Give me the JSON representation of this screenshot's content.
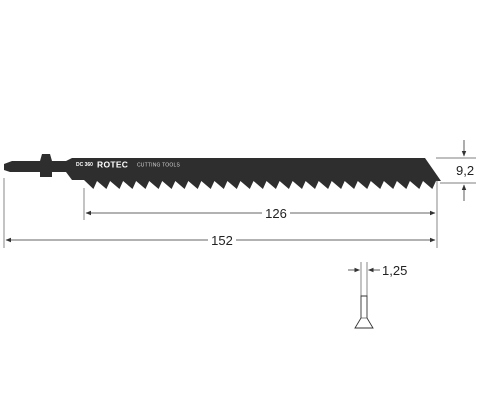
{
  "blade": {
    "code": "DC 360",
    "brand": "ROTEC",
    "tagline": "CUTTING TOOLS",
    "fill_color": "#2e2e2e"
  },
  "dimensions": {
    "overall_length": "152",
    "cutting_length": "126",
    "blade_height": "9,2",
    "blade_thickness": "1,25"
  }
}
